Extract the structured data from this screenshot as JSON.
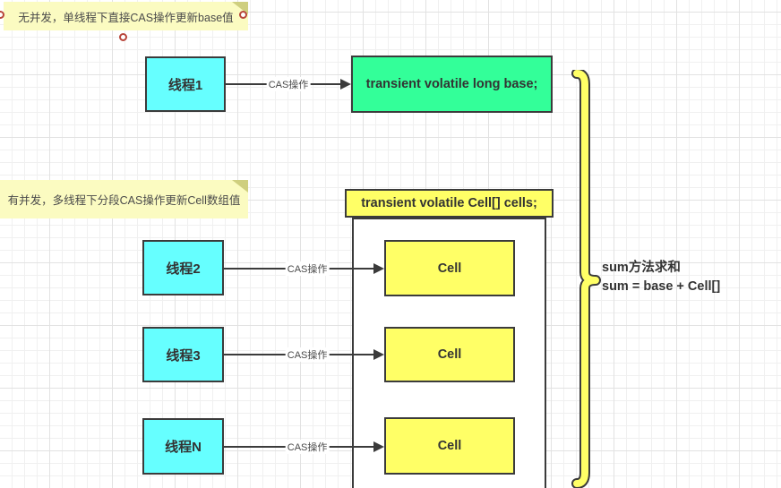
{
  "notes": {
    "no_concurrency": "无并发，单线程下直接CAS操作更新base值",
    "concurrency": "有并发，多线程下分段CAS操作更新Cell数组值"
  },
  "thread1": {
    "label": "线程1"
  },
  "base_box": {
    "label": "transient volatile long base;"
  },
  "cells_header": {
    "label": "transient volatile Cell[] cells;"
  },
  "cas_label": "CAS操作",
  "threads": [
    {
      "label": "线程2"
    },
    {
      "label": "线程3"
    },
    {
      "label": "线程N"
    }
  ],
  "cells": [
    {
      "label": "Cell"
    },
    {
      "label": "Cell"
    },
    {
      "label": "Cell"
    }
  ],
  "sum_note": {
    "line1": "sum方法求和",
    "line2": "sum = base + Cell[]"
  },
  "colors": {
    "box_border": "#3b3b3b",
    "thread_fill": "#66ffff",
    "base_fill": "#33ff99",
    "cell_fill": "#ffff66",
    "note_fill": "#fbfbc1",
    "note_fold": "#cfcf7f",
    "grid_minor": "#f0f0f0",
    "grid_major": "#e2e2e2",
    "handle_ring": "#b8453a"
  }
}
